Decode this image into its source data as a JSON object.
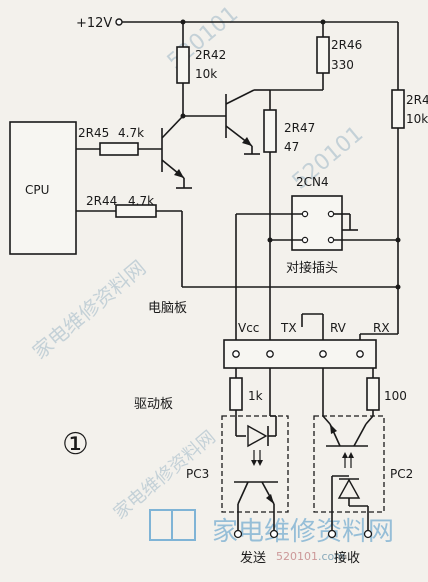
{
  "supply_label": "+12V",
  "cpu_label": "CPU",
  "resistors": {
    "r42": {
      "name": "2R42",
      "value": "10k"
    },
    "r46": {
      "name": "2R46",
      "value": "330"
    },
    "r4x": {
      "name": "2R4",
      "value": "10k"
    },
    "r47": {
      "name": "2R47",
      "value": "47"
    },
    "r45": {
      "name": "2R45",
      "value": "4.7k"
    },
    "r44": {
      "name": "2R44",
      "value": "4.7k"
    },
    "r1k": {
      "value": "1k"
    },
    "r100": {
      "value": "100"
    }
  },
  "connector": {
    "name": "2CN4",
    "caption": "对接插头"
  },
  "boards": {
    "pc_board": "电脑板",
    "driver_board": "驱动板"
  },
  "pins": [
    "Vcc",
    "TX",
    "RV",
    "RX"
  ],
  "figure_marker": "①",
  "optocouplers": {
    "left": "PC3",
    "right": "PC2"
  },
  "labels": {
    "send": "发送",
    "receive": "接收"
  },
  "watermark": {
    "site_cn": "家电维修资料网",
    "site_num": "520101",
    "site_domain": ".com"
  }
}
